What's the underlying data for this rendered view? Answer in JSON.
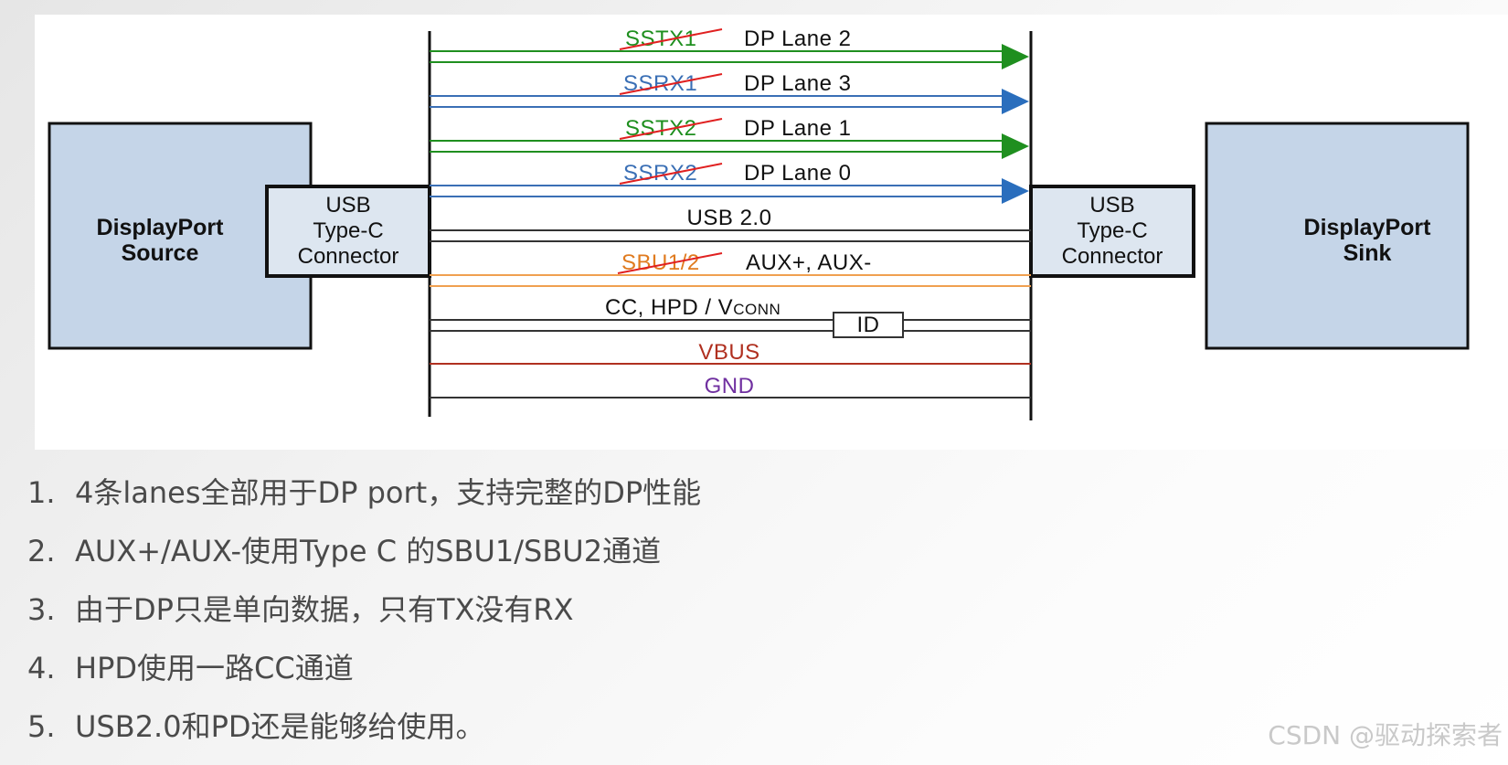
{
  "diagram": {
    "source_box": {
      "line1": "DisplayPort",
      "line2": "Source"
    },
    "sink_box": {
      "line1": "DisplayPort",
      "line2": "Sink"
    },
    "connector": {
      "line1": "USB",
      "line2": "Type-C",
      "line3": "Connector"
    },
    "lanes": [
      {
        "old_name": "SSTX1",
        "new_name": "DP Lane 2",
        "color": "#1f8f1f"
      },
      {
        "old_name": "SSRX1",
        "new_name": "DP Lane 3",
        "color": "#3a6fb5"
      },
      {
        "old_name": "SSTX2",
        "new_name": "DP Lane 1",
        "color": "#1f8f1f"
      },
      {
        "old_name": "SSRX2",
        "new_name": "DP Lane 0",
        "color": "#3a6fb5"
      }
    ],
    "usb2": {
      "label": "USB 2.0",
      "color": "#333333"
    },
    "sbu": {
      "old_name": "SBU1/2",
      "new_name": "AUX+, AUX-",
      "old_color": "#e07b1f",
      "line_color": "#f0a050"
    },
    "cc": {
      "label_main": "CC, HPD / V",
      "label_sub": "CONN",
      "id_label": "ID",
      "color": "#333333"
    },
    "vbus": {
      "label": "VBUS",
      "color": "#b03020"
    },
    "gnd": {
      "label": "GND",
      "color": "#7030a0"
    },
    "strike_color": "#e02020",
    "arrow_color": "#2a6ebd",
    "box_fill": "#c5d5e8"
  },
  "notes": [
    {
      "number": "1.",
      "text": "4条lanes全部用于DP port，支持完整的DP性能"
    },
    {
      "number": "2.",
      "text": "AUX+/AUX-使用Type C 的SBU1/SBU2通道"
    },
    {
      "number": "3.",
      "text": "由于DP只是单向数据，只有TX没有RX"
    },
    {
      "number": "4.",
      "text": "HPD使用一路CC通道"
    },
    {
      "number": "5.",
      "text": "USB2.0和PD还是能够给使用。"
    }
  ],
  "watermark": "CSDN @驱动探索者"
}
